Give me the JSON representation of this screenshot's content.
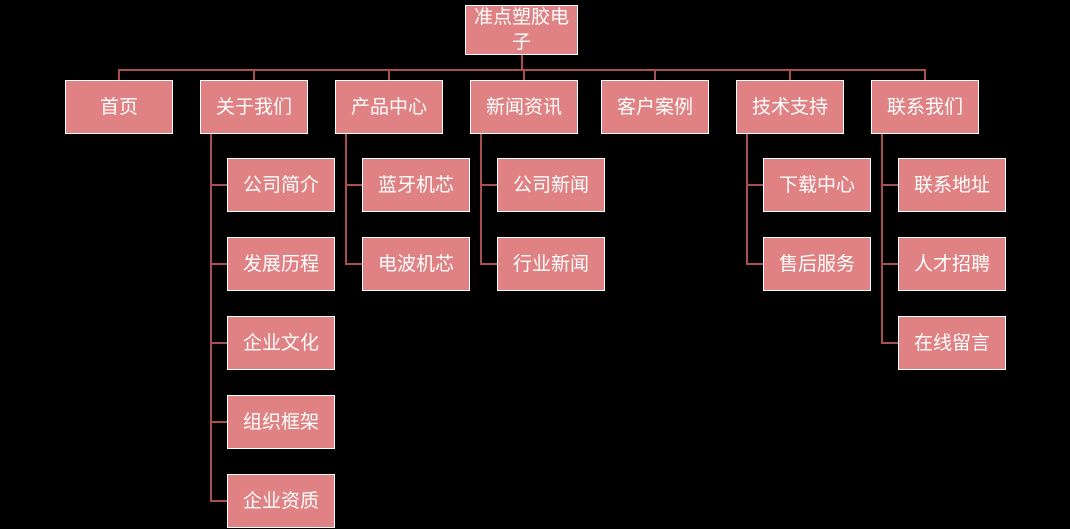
{
  "diagram": {
    "root": {
      "label": "准点塑胶电子"
    },
    "nodes": [
      {
        "label": "首页",
        "children": []
      },
      {
        "label": "关于我们",
        "children": [
          {
            "label": "公司简介"
          },
          {
            "label": "发展历程"
          },
          {
            "label": "企业文化"
          },
          {
            "label": "组织框架"
          },
          {
            "label": "企业资质"
          }
        ]
      },
      {
        "label": "产品中心",
        "children": [
          {
            "label": "蓝牙机芯"
          },
          {
            "label": "电波机芯"
          }
        ]
      },
      {
        "label": "新闻资讯",
        "children": [
          {
            "label": "公司新闻"
          },
          {
            "label": "行业新闻"
          }
        ]
      },
      {
        "label": "客户案例",
        "children": []
      },
      {
        "label": "技术支持",
        "children": [
          {
            "label": "下载中心"
          },
          {
            "label": "售后服务"
          }
        ]
      },
      {
        "label": "联系我们",
        "children": [
          {
            "label": "联系地址"
          },
          {
            "label": "人才招聘"
          },
          {
            "label": "在线留言"
          }
        ]
      }
    ],
    "colors": {
      "background": "#000000",
      "node_fill": "#e08183",
      "node_border": "#ffffff",
      "node_text": "#ffffff",
      "connector": "#a94f4f"
    }
  }
}
